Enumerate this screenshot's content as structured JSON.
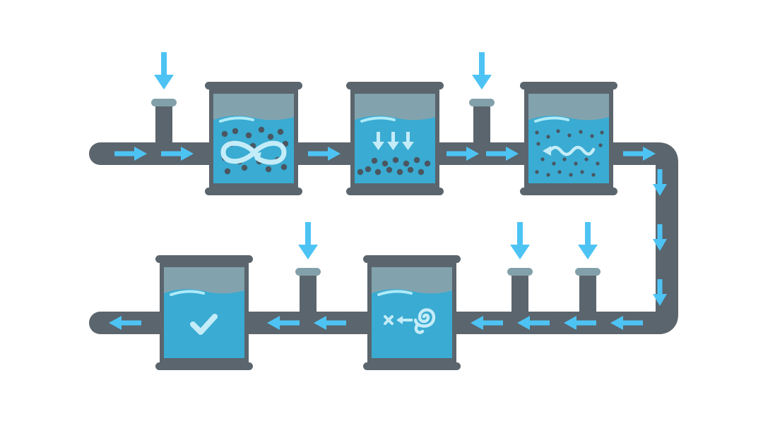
{
  "colors": {
    "background": "#ffffff",
    "pipe": "#5b656d",
    "flow_arrow": "#4dc3f4",
    "tank_air": "#82a3ae",
    "water": "#3aabd2",
    "water_highlight": "#aeeaf8",
    "symbol": "#c4ecf8",
    "particle": "#4a5660",
    "cap": "#82a0a9"
  },
  "stages": [
    {
      "id": "coagulation",
      "icon": "mixing-loop-icon"
    },
    {
      "id": "sedimentation",
      "icon": "settling-arrows-icon"
    },
    {
      "id": "filtration",
      "icon": "filter-wave-icon"
    },
    {
      "id": "disinfection",
      "icon": "pathogen-kill-icon"
    },
    {
      "id": "storage",
      "icon": "checkmark-icon"
    }
  ],
  "chemical_inlets": [
    {
      "id": "inlet-1",
      "icon": "down-arrow-icon"
    },
    {
      "id": "inlet-2",
      "icon": "down-arrow-icon"
    },
    {
      "id": "inlet-3",
      "icon": "down-arrow-icon"
    },
    {
      "id": "inlet-4",
      "icon": "down-arrow-icon"
    },
    {
      "id": "inlet-5",
      "icon": "down-arrow-icon"
    }
  ]
}
